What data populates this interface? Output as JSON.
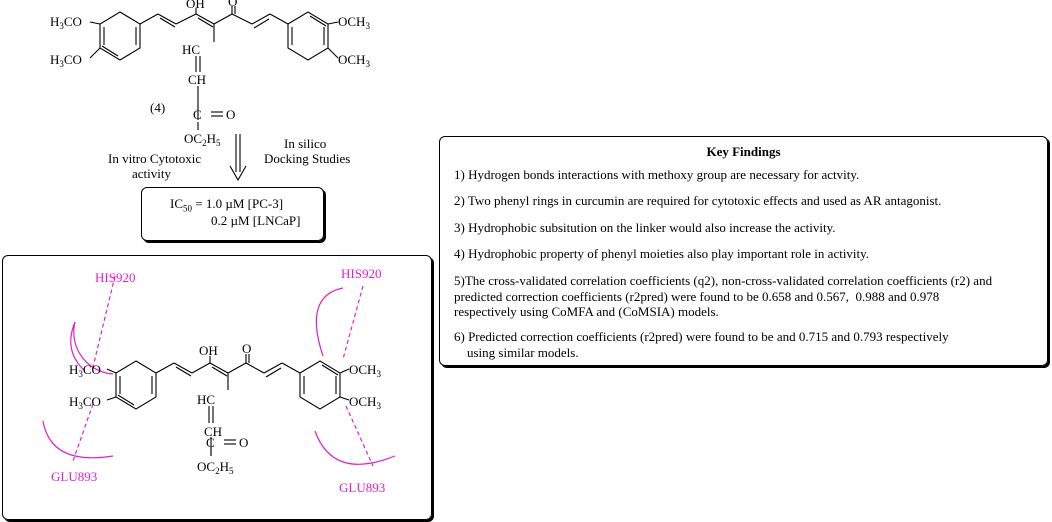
{
  "compound_label": "(4)",
  "methods": {
    "left_line1": "In vitro Cytotoxic",
    "left_line2": "activity",
    "right_line1": "In silico",
    "right_line2": "Docking Studies"
  },
  "ic50": {
    "prefix": "IC",
    "sub": "50",
    "line1_rest": " = 1.0 µM [PC-3]",
    "line2": "0.2 µM [LNCaP]"
  },
  "atoms": {
    "h3co": "H",
    "och3": "OCH",
    "oh": "OH",
    "o": "O",
    "hc": "HC",
    "ch": "CH",
    "co": "C",
    "eq_o": "O",
    "oc2h5": "OC"
  },
  "residues": {
    "his": "HIS920",
    "glu": "GLU893"
  },
  "key_findings": {
    "title": "Key Findings",
    "items": [
      "1) Hydrogen bonds interactions with methoxy group are necessary for actvity.",
      "2) Two phenyl rings in curcumin are required for cytotoxic effects and used as AR antagonist.",
      "3) Hydrophobic subsitution on the linker would also increase the activity.",
      "4) Hydrophobic property of phenyl moieties also play important role in activity.",
      "5)The cross-validated correlation coefficients (q2), non-cross-validated correlation coefficients (r2) and\npredicted correction coefficients (r2pred) were found to be 0.658 and 0.567,  0.988 and 0.978\nrespectively using CoMFA and (CoMSIA) models.",
      "6) Predicted correction coefficients (r2pred) were found to be and 0.715 and 0.793 respectively\n    using similar models."
    ]
  }
}
